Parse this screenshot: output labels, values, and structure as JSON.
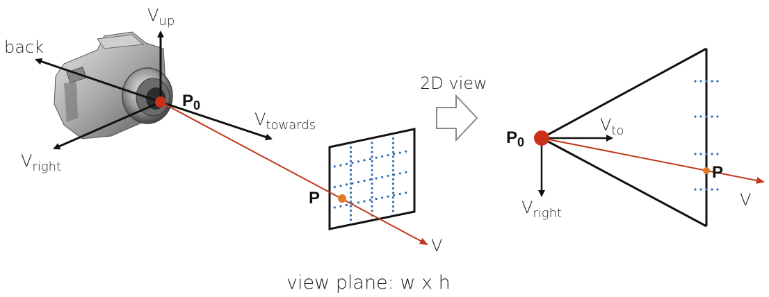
{
  "left_view": {
    "camera_icon": "camera-icon",
    "axes": {
      "up": {
        "base": "V",
        "sub": "up"
      },
      "back": "back",
      "towards": {
        "base": "V",
        "sub": "towards"
      },
      "right": {
        "base": "V",
        "sub": "right"
      }
    },
    "origin_label": {
      "base": "P",
      "sub": "0"
    },
    "point_label": "P",
    "ray_label": "V",
    "caption": "view plane: w x h"
  },
  "transition": {
    "label": "2D view",
    "arrow_icon": "hollow-arrow-right-icon"
  },
  "right_view": {
    "origin_label": {
      "base": "P",
      "sub": "0"
    },
    "to_axis": {
      "base": "V",
      "sub": "to"
    },
    "right_axis": {
      "base": "V",
      "sub": "right"
    },
    "point_label": "P",
    "ray_label": "V"
  },
  "colors": {
    "ray": "#c0391b",
    "origin_dot": "#c8301a",
    "point_dot": "#e07b2a",
    "grid_dots": "#2f6db3",
    "axis": "#111111"
  }
}
